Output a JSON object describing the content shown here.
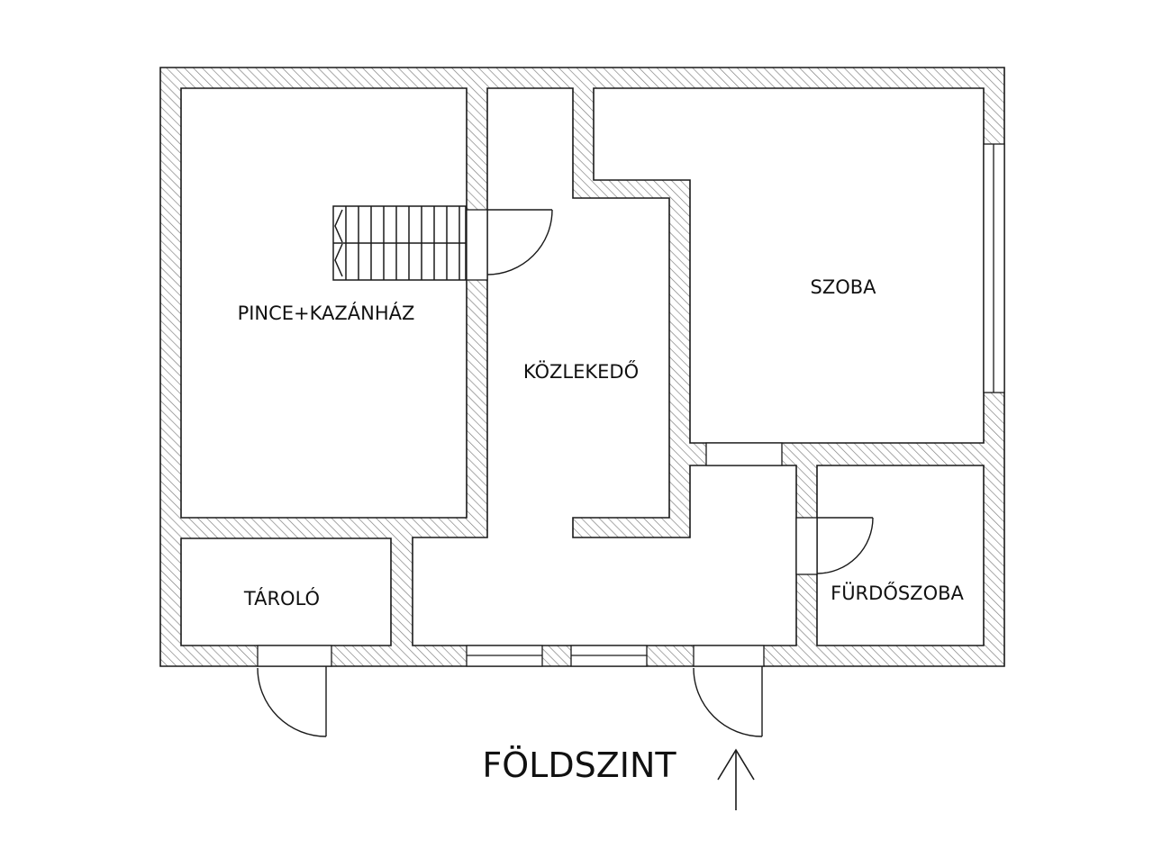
{
  "rooms": {
    "pince": "PINCE+KAZÁNHÁZ",
    "kozlekedo": "KÖZLEKEDŐ",
    "szoba": "SZOBA",
    "tarolo": "TÁROLÓ",
    "furdoszoba": "FÜRDŐSZOBA"
  },
  "floor_title": "FÖLDSZINT",
  "colors": {
    "line": "#1a1a1a",
    "hatch": "#7a7a7a",
    "background": "#ffffff"
  }
}
